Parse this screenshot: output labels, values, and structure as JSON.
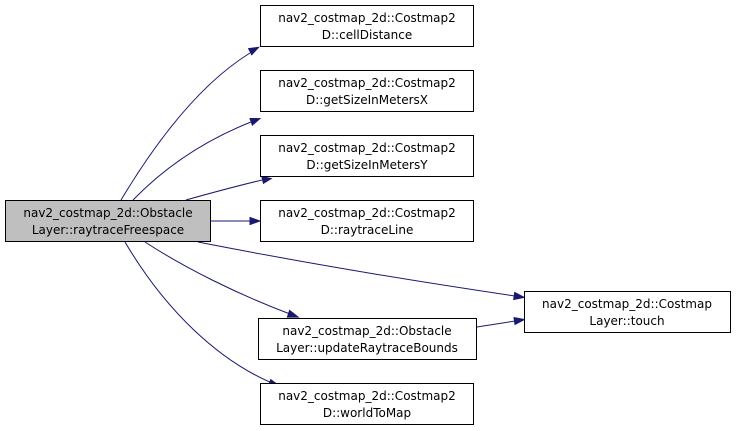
{
  "nodes": {
    "root": {
      "line1": "nav2_costmap_2d::Obstacle",
      "line2": "Layer::raytraceFreespace"
    },
    "cellDistance": {
      "line1": "nav2_costmap_2d::Costmap2",
      "line2": "D::cellDistance"
    },
    "getSizeInMetersX": {
      "line1": "nav2_costmap_2d::Costmap2",
      "line2": "D::getSizeInMetersX"
    },
    "getSizeInMetersY": {
      "line1": "nav2_costmap_2d::Costmap2",
      "line2": "D::getSizeInMetersY"
    },
    "raytraceLine": {
      "line1": "nav2_costmap_2d::Costmap2",
      "line2": "D::raytraceLine"
    },
    "touch": {
      "line1": "nav2_costmap_2d::Costmap",
      "line2": "Layer::touch"
    },
    "updateRaytraceBounds": {
      "line1": "nav2_costmap_2d::Obstacle",
      "line2": "Layer::updateRaytraceBounds"
    },
    "worldToMap": {
      "line1": "nav2_costmap_2d::Costmap2",
      "line2": "D::worldToMap"
    }
  },
  "edges": [
    {
      "from": "root",
      "to": "cellDistance"
    },
    {
      "from": "root",
      "to": "getSizeInMetersX"
    },
    {
      "from": "root",
      "to": "getSizeInMetersY"
    },
    {
      "from": "root",
      "to": "raytraceLine"
    },
    {
      "from": "root",
      "to": "touch"
    },
    {
      "from": "root",
      "to": "updateRaytraceBounds"
    },
    {
      "from": "root",
      "to": "worldToMap"
    },
    {
      "from": "updateRaytraceBounds",
      "to": "touch"
    }
  ],
  "colors": {
    "edge": "#191970",
    "root_fill": "#bfbfbf",
    "node_fill": "#ffffff",
    "border": "#000000"
  }
}
